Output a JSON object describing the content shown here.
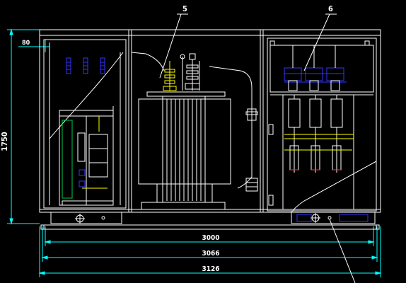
{
  "dimensions": {
    "width_0": "3000",
    "width_1": "3066",
    "width_2": "3126",
    "height": "1750",
    "inset": "80"
  },
  "callouts": {
    "item_5": "5",
    "item_6": "6"
  },
  "colors": {
    "background": "#000000",
    "outline": "#ffffff",
    "dimension": "#00ffff",
    "accent_yellow": "#ffff00",
    "accent_blue": "#3333ff",
    "accent_red": "#ff3333",
    "accent_green": "#00cc44"
  }
}
